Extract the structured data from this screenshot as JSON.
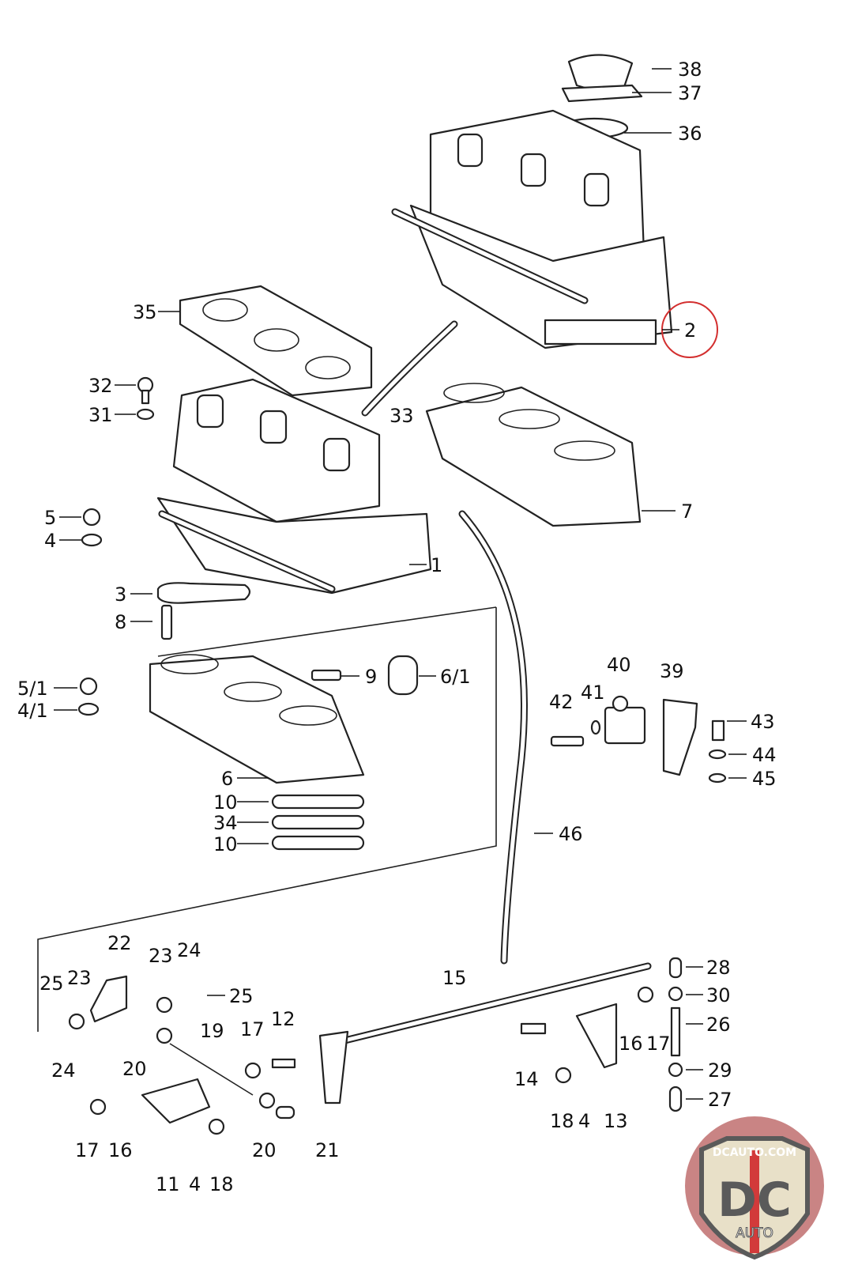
{
  "diagram": {
    "labels": [
      "38",
      "37",
      "36",
      "2",
      "35",
      "32",
      "31",
      "33",
      "5",
      "4",
      "1",
      "7",
      "3",
      "8",
      "9",
      "6/1",
      "5/1",
      "4/1",
      "6",
      "10",
      "34",
      "10",
      "40",
      "39",
      "42",
      "41",
      "43",
      "44",
      "45",
      "46",
      "22",
      "23",
      "24",
      "25",
      "25",
      "23",
      "24",
      "15",
      "28",
      "30",
      "26",
      "29",
      "27",
      "12",
      "17",
      "19",
      "20",
      "14",
      "16",
      "17",
      "13",
      "18",
      "4",
      "17",
      "16",
      "11",
      "4",
      "18",
      "20",
      "21"
    ],
    "highlight": {
      "label": "2",
      "color": "#d32f2f"
    }
  },
  "logo": {
    "text_top": "DCAUTO.COM",
    "text_main": "DC",
    "text_bottom": "AUTO",
    "colors": {
      "shield": "#e8e0c8",
      "letters": "#5a5a5a",
      "stripe": "#d23a3a",
      "badge": "#c98484"
    }
  }
}
